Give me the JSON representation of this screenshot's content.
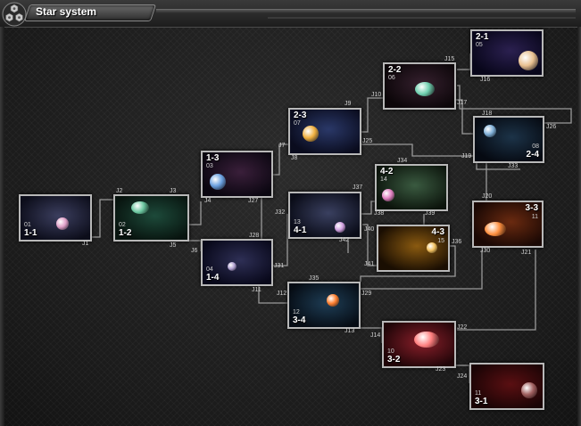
{
  "window": {
    "title": "Star system",
    "icon": "hexagon-cluster-icon"
  },
  "systems": [
    {
      "id": "1-1",
      "code": "1-1",
      "num": "01",
      "bg": [
        "#3b3e5e",
        "#0c0d1a"
      ],
      "accent": "#e0a0c8"
    },
    {
      "id": "1-2",
      "code": "1-2",
      "num": "02",
      "bg": [
        "#1d4a3a",
        "#08140f"
      ],
      "accent": "#6bc7a0"
    },
    {
      "id": "1-3",
      "code": "1-3",
      "num": "03",
      "bg": [
        "#3a1f3a",
        "#0a0610"
      ],
      "accent": "#6aa0e0"
    },
    {
      "id": "1-4",
      "code": "1-4",
      "num": "04",
      "bg": [
        "#2e2f55",
        "#08081a"
      ],
      "accent": "#b0a0d0"
    },
    {
      "id": "2-1",
      "code": "2-1",
      "num": "05",
      "bg": [
        "#2b2050",
        "#08061a"
      ],
      "accent": "#e8c090"
    },
    {
      "id": "2-2",
      "code": "2-2",
      "num": "06",
      "bg": [
        "#35202e",
        "#0c0609"
      ],
      "accent": "#70d0b0"
    },
    {
      "id": "2-3",
      "code": "2-3",
      "num": "07",
      "bg": [
        "#2a3868",
        "#0a0c1e"
      ],
      "accent": "#f0b040"
    },
    {
      "id": "2-4",
      "code": "2-4",
      "num": "08",
      "bg": [
        "#1c3348",
        "#060a12"
      ],
      "accent": "#80b0d8"
    },
    {
      "id": "3-1",
      "code": "3-1",
      "num": "11",
      "bg": [
        "#5a0f12",
        "#1a0405"
      ],
      "accent": "#a06060"
    },
    {
      "id": "3-2",
      "code": "3-2",
      "num": "10",
      "bg": [
        "#8a1f2a",
        "#200508"
      ],
      "accent": "#ff8080"
    },
    {
      "id": "3-3",
      "code": "3-3",
      "num": "11",
      "bg": [
        "#6a2a10",
        "#1a0804"
      ],
      "accent": "#ff9040"
    },
    {
      "id": "3-4",
      "code": "3-4",
      "num": "12",
      "bg": [
        "#1e3d55",
        "#060c14"
      ],
      "accent": "#ff8030"
    },
    {
      "id": "4-1",
      "code": "4-1",
      "num": "13",
      "bg": [
        "#3a4060",
        "#0a0c18"
      ],
      "accent": "#d0a0e0"
    },
    {
      "id": "4-2",
      "code": "4-2",
      "num": "14",
      "bg": [
        "#3a5a40",
        "#0c140c"
      ],
      "accent": "#e080c0"
    },
    {
      "id": "4-3",
      "code": "4-3",
      "num": "15",
      "bg": [
        "#8a5a10",
        "#1a0e02"
      ],
      "accent": "#f0c060"
    }
  ],
  "jumps": [
    "J1",
    "J2",
    "J3",
    "J4",
    "J5",
    "J6",
    "J7",
    "J8",
    "J9",
    "J10",
    "J11",
    "J12",
    "J13",
    "J14",
    "J15",
    "J16",
    "J17",
    "J18",
    "J19",
    "J20",
    "J21",
    "J22",
    "J23",
    "J24",
    "J25",
    "J26",
    "J27",
    "J28",
    "J29",
    "J30",
    "J31",
    "J32",
    "J33",
    "J34",
    "J35",
    "J36",
    "J37",
    "J38",
    "J39",
    "J40",
    "J41",
    "J42"
  ]
}
